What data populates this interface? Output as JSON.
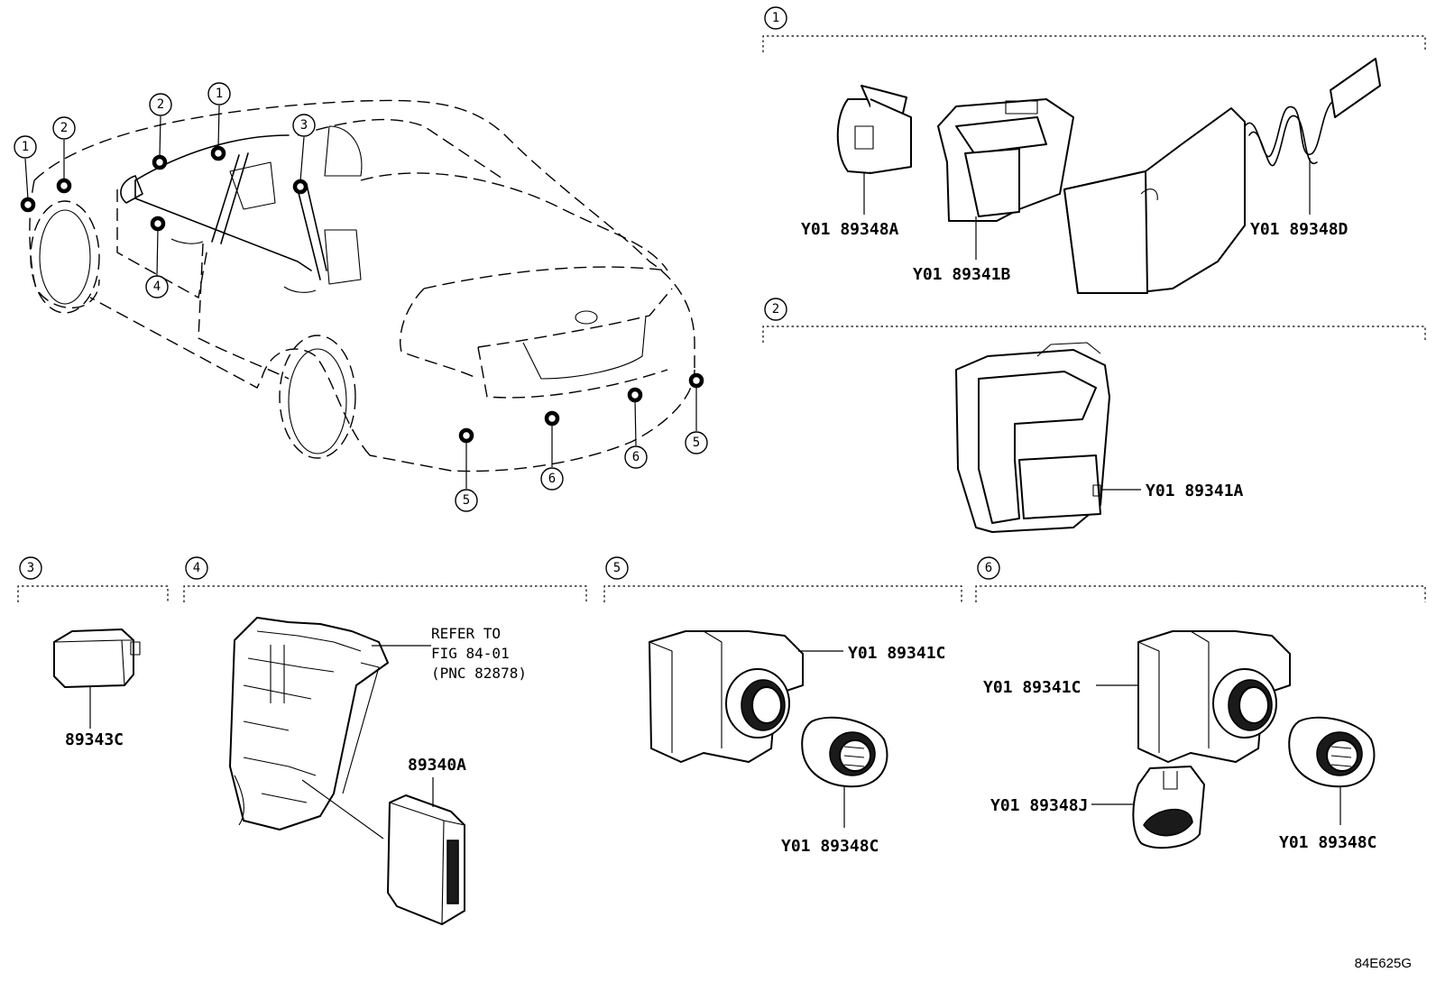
{
  "diagram_code": "84E625G",
  "callouts": {
    "c1": "1",
    "c2": "2",
    "c3": "3",
    "c4": "4",
    "c5": "5",
    "c6": "6"
  },
  "labels": {
    "y01_89348a": "Y01 89348A",
    "y01_89341b": "Y01  89341B",
    "y01_89348d": "Y01 89348D",
    "y01_89341a": "Y01   89341A",
    "p89343c": "89343C",
    "refer_line1": "REFER TO",
    "refer_line2": "FIG 84-01",
    "refer_line3": "(PNC 82878)",
    "p89340a": "89340A",
    "y01_89341c_5": "Y01 89341C",
    "y01_89348c_5": "Y01 89348C",
    "y01_89341c_6": "Y01 89341C",
    "y01_89348j": "Y01 89348J",
    "y01_89348c_6": "Y01 89348C"
  }
}
